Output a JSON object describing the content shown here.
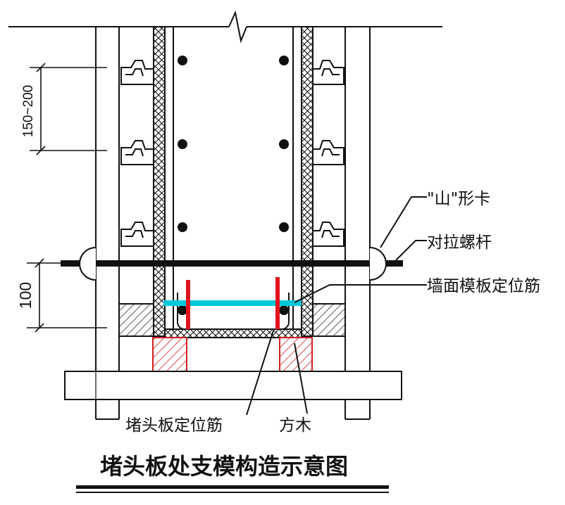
{
  "labels": {
    "shan_clip": "\"山\"形卡",
    "tie_rod": "对拉螺杆",
    "wall_positioning_bar": "墙面模板定位筋",
    "stop_board_positioning_bar": "堵头板定位筋",
    "square_timber": "方木"
  },
  "dimensions": {
    "spacing": "150~200",
    "height": "100"
  },
  "title": "堵头板处支模构造示意图",
  "colors": {
    "line": "#111111",
    "tie_bar": "#00c8d8",
    "positioning_bar": "#e0141e",
    "timber_hatch": "#d42020"
  }
}
